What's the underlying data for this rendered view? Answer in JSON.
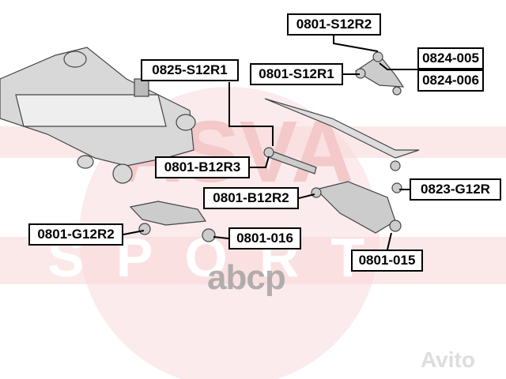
{
  "watermark": {
    "brand": "ASVA SPORT",
    "color": "#e8a0a8"
  },
  "overlay_logos": {
    "abcp": "abcp",
    "avito": "Avito"
  },
  "labels": [
    {
      "id": "0801-S12R2",
      "text": "0801-S12R2"
    },
    {
      "id": "0824-005",
      "text": "0824-005"
    },
    {
      "id": "0824-006",
      "text": "0824-006"
    },
    {
      "id": "0825-S12R1",
      "text": "0825-S12R1"
    },
    {
      "id": "0801-S12R1",
      "text": "0801-S12R1"
    },
    {
      "id": "0801-B12R3",
      "text": "0801-B12R3"
    },
    {
      "id": "0801-B12R2",
      "text": "0801-B12R2"
    },
    {
      "id": "0823-G12R",
      "text": "0823-G12R"
    },
    {
      "id": "0801-G12R2",
      "text": "0801-G12R2"
    },
    {
      "id": "0801-016",
      "text": "0801-016"
    },
    {
      "id": "0801-015",
      "text": "0801-015"
    }
  ]
}
